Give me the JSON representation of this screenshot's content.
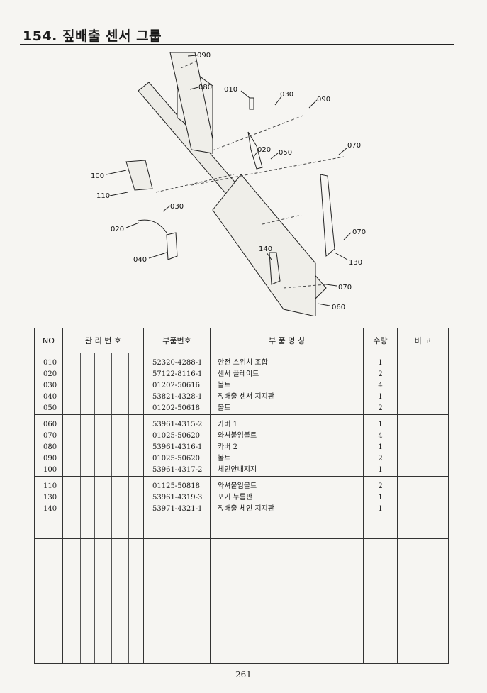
{
  "page": {
    "title": "154. 짚배출 센서 그룹",
    "number": "-261-"
  },
  "diagram": {
    "callouts": [
      "090",
      "080",
      "010",
      "030",
      "090",
      "020",
      "050",
      "070",
      "100",
      "110",
      "030",
      "020",
      "040",
      "140",
      "070",
      "130",
      "070",
      "060"
    ]
  },
  "table": {
    "headers": {
      "no": "NO",
      "mgmt": "관 리 번 호",
      "part_no": "부품번호",
      "name": "부 품 명 칭",
      "qty": "수량",
      "remark": "비 고"
    },
    "groups": [
      {
        "rows": [
          {
            "no": "010",
            "part_no": "52320-4288-1",
            "name": "안전 스위치 조합",
            "qty": "1"
          },
          {
            "no": "020",
            "part_no": "57122-8116-1",
            "name": "센서 플레이트",
            "qty": "2"
          },
          {
            "no": "030",
            "part_no": "01202-50616",
            "name": "볼트",
            "qty": "4"
          },
          {
            "no": "040",
            "part_no": "53821-4328-1",
            "name": "짚배출 센서 지지판",
            "qty": "1"
          },
          {
            "no": "050",
            "part_no": "01202-50618",
            "name": "볼트",
            "qty": "2"
          }
        ]
      },
      {
        "rows": [
          {
            "no": "060",
            "part_no": "53961-4315-2",
            "name": "카버 1",
            "qty": "1"
          },
          {
            "no": "070",
            "part_no": "01025-50620",
            "name": "와셔붙임볼트",
            "qty": "4"
          },
          {
            "no": "080",
            "part_no": "53961-4316-1",
            "name": "카버 2",
            "qty": "1"
          },
          {
            "no": "090",
            "part_no": "01025-50620",
            "name": "볼트",
            "qty": "2"
          },
          {
            "no": "100",
            "part_no": "53961-4317-2",
            "name": "체인안내지지",
            "qty": "1"
          }
        ]
      },
      {
        "rows": [
          {
            "no": "110",
            "part_no": "01125-50818",
            "name": "와셔붙임볼트",
            "qty": "2"
          },
          {
            "no": "130",
            "part_no": "53961-4319-3",
            "name": "포기 누름판",
            "qty": "1"
          },
          {
            "no": "140",
            "part_no": "53971-4321-1",
            "name": "짚배출 체인 지지판",
            "qty": "1"
          }
        ]
      },
      {
        "rows": []
      },
      {
        "rows": []
      }
    ]
  }
}
